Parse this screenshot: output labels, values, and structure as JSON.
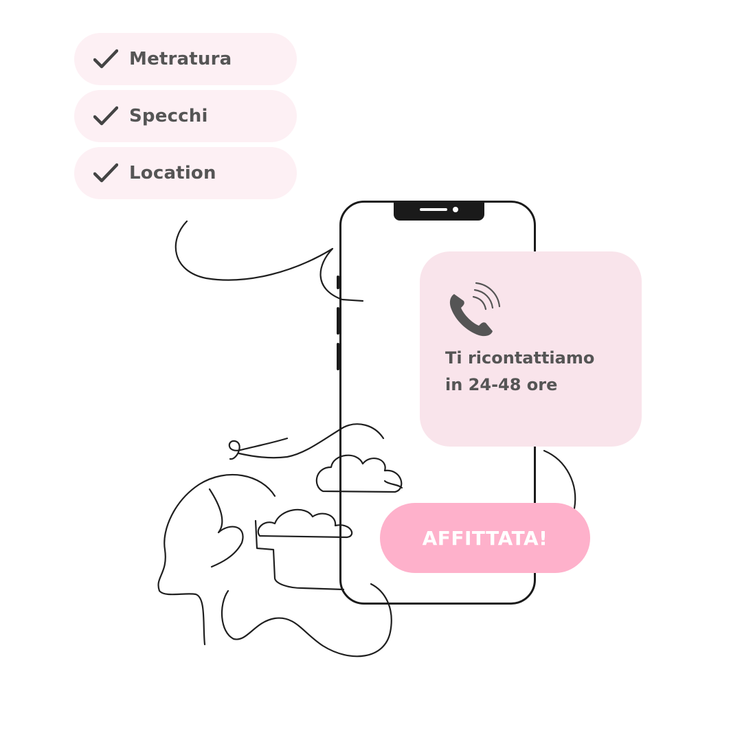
{
  "checklist": {
    "items": [
      {
        "label": "Metratura",
        "icon": "checkmark-icon"
      },
      {
        "label": "Specchi",
        "icon": "checkmark-icon"
      },
      {
        "label": "Location",
        "icon": "checkmark-icon"
      }
    ]
  },
  "contact_card": {
    "icon": "phone-ringing-icon",
    "line1": "Ti ricontattiamo",
    "line2": "in 24-48 ore"
  },
  "status_button": {
    "label": "AFFITTATA!"
  },
  "colors": {
    "pill_background": "#fdf0f4",
    "card_background": "#f9e4eb",
    "button_background": "#feb1cb",
    "text": "#555555",
    "outline": "#1a1a1a"
  }
}
